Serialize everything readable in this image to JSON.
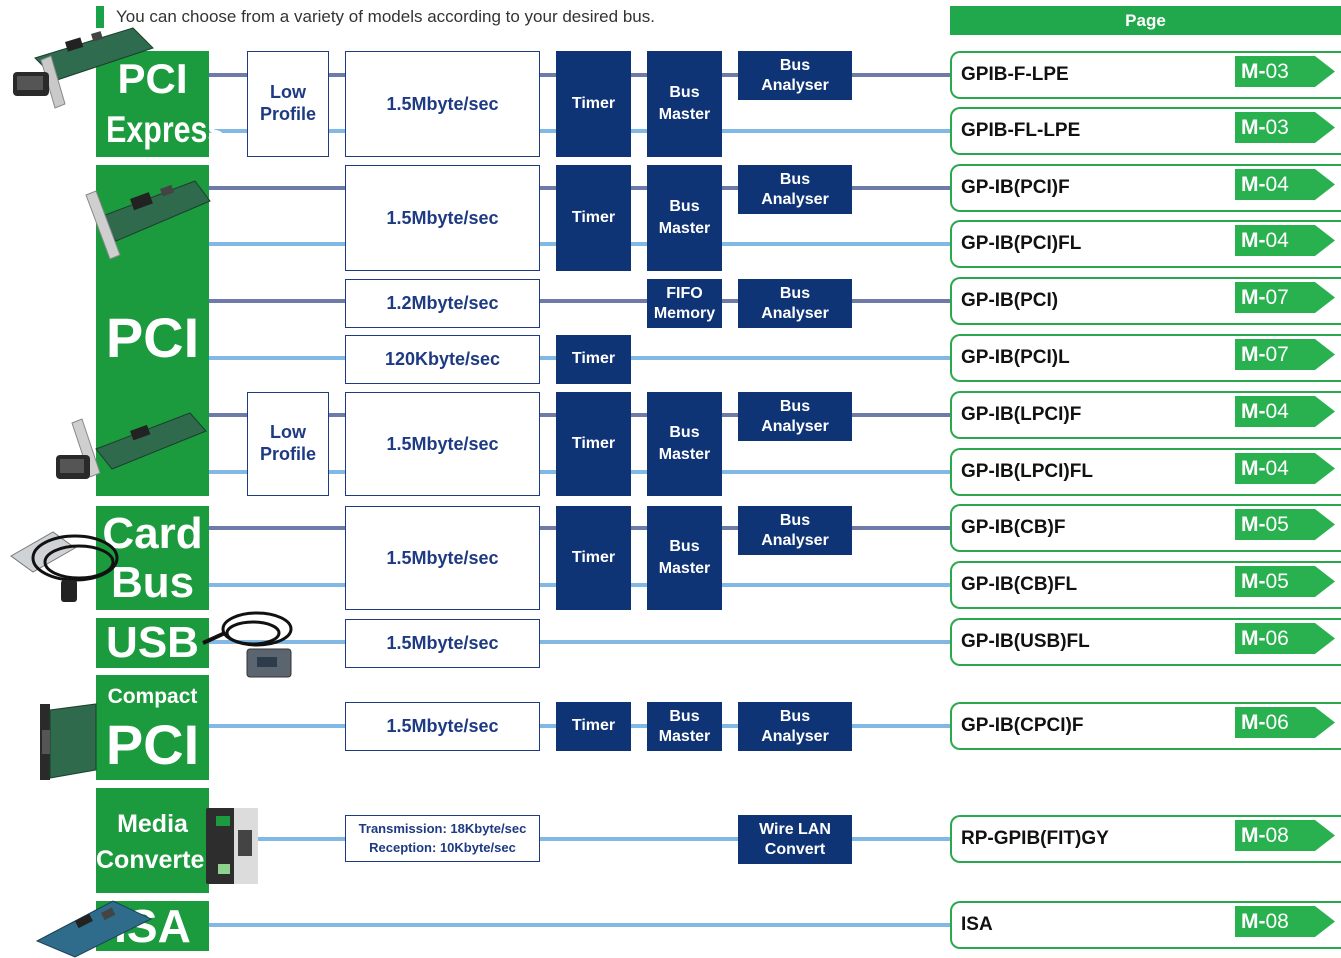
{
  "intro": "You can choose from a variety of models according to your desired bus.",
  "page_header": "Page",
  "buses": [
    {
      "label": "PCI Express",
      "line1": "PCI",
      "line2": "Express"
    },
    {
      "label": "PCI",
      "line1": "PCI"
    },
    {
      "label": "Card Bus",
      "line1": "Card",
      "line2": "Bus"
    },
    {
      "label": "USB",
      "line1": "USB"
    },
    {
      "label": "Compact PCI",
      "line1": "Compact",
      "line2": "PCI"
    },
    {
      "label": "Media Converter",
      "line1": "Media",
      "line2": "Converter"
    },
    {
      "label": "ISA",
      "line1": "ISA"
    }
  ],
  "features": {
    "low_profile_1": "Low\nProfile",
    "low_profile_2": "Low\nProfile",
    "speed_15_1": "1.5Mbyte/sec",
    "speed_15_2": "1.5Mbyte/sec",
    "speed_12": "1.2Mbyte/sec",
    "speed_120k": "120Kbyte/sec",
    "speed_15_3": "1.5Mbyte/sec",
    "speed_15_4": "1.5Mbyte/sec",
    "speed_15_5": "1.5Mbyte/sec",
    "speed_15_6": "1.5Mbyte/sec",
    "speed_media_1": "Transmission: 18Kbyte/sec",
    "speed_media_2": "Reception: 10Kbyte/sec",
    "timer": "Timer",
    "bus_master": "Bus\nMaster",
    "bus_analyser": "Bus\nAnalyser",
    "fifo_memory": "FIFO\nMemory",
    "wire_lan_convert": "Wire LAN\nConvert"
  },
  "products": [
    {
      "name": "GPIB-F-LPE",
      "prefix": "M-",
      "page": "03"
    },
    {
      "name": "GPIB-FL-LPE",
      "prefix": "M-",
      "page": "03"
    },
    {
      "name": "GP-IB(PCI)F",
      "prefix": "M-",
      "page": "04"
    },
    {
      "name": "GP-IB(PCI)FL",
      "prefix": "M-",
      "page": "04"
    },
    {
      "name": "GP-IB(PCI)",
      "prefix": "M-",
      "page": "07"
    },
    {
      "name": "GP-IB(PCI)L",
      "prefix": "M-",
      "page": "07"
    },
    {
      "name": "GP-IB(LPCI)F",
      "prefix": "M-",
      "page": "04"
    },
    {
      "name": "GP-IB(LPCI)FL",
      "prefix": "M-",
      "page": "04"
    },
    {
      "name": "GP-IB(CB)F",
      "prefix": "M-",
      "page": "05"
    },
    {
      "name": "GP-IB(CB)FL",
      "prefix": "M-",
      "page": "05"
    },
    {
      "name": "GP-IB(USB)FL",
      "prefix": "M-",
      "page": "06"
    },
    {
      "name": "GP-IB(CPCI)F",
      "prefix": "M-",
      "page": "06"
    },
    {
      "name": "RP-GPIB(FIT)GY",
      "prefix": "M-",
      "page": "08"
    },
    {
      "name": "ISA",
      "prefix": "M-",
      "page": "08"
    }
  ],
  "colors": {
    "bus_green": "#1c9a3e",
    "header_green": "#22a84c",
    "navy": "#0f3476",
    "line_dark": "#6e7ba8",
    "line_light": "#82b9e4",
    "tab_green": "#2ab14f"
  },
  "icons": {
    "pcie_card": "pci-express-card-photo",
    "pci_card": "pci-card-photo",
    "lpci_card": "low-profile-pci-card-photo",
    "cardbus": "cardbus-card-photo",
    "usb": "usb-adapter-photo",
    "cpci": "compact-pci-card-photo",
    "media": "media-converter-photo",
    "isa": "isa-card-photo"
  }
}
